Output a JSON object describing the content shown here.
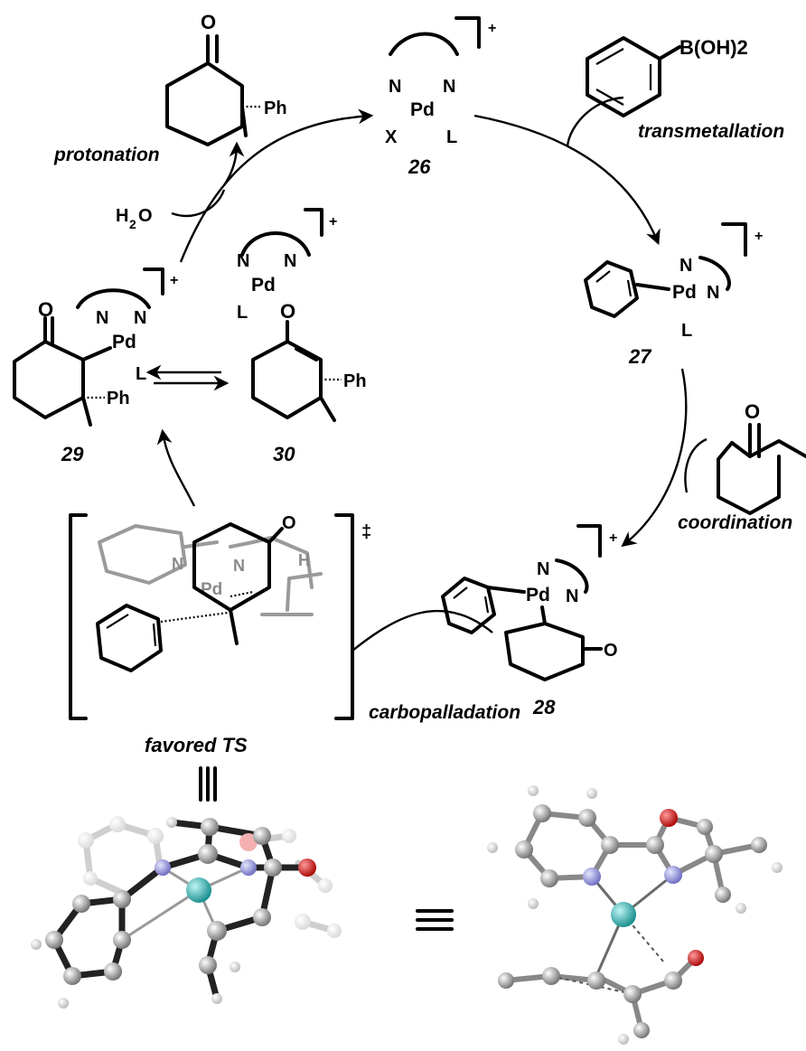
{
  "labels": {
    "protonation": "protonation",
    "transmetallation": "transmetallation",
    "coordination": "coordination",
    "carbopalladation": "carbopalladation",
    "favored_ts": "favored TS"
  },
  "compounds": {
    "c26": "26",
    "c27": "27",
    "c28": "28",
    "c29": "29",
    "c30": "30"
  },
  "reagents": {
    "boronic_acid": "B(OH)2",
    "water_h": "H",
    "water_sub": "2",
    "water_o": "O"
  },
  "atoms": {
    "pd": "Pd",
    "n": "N",
    "x": "X",
    "l": "L",
    "o": "O",
    "h": "H",
    "ph": "Ph",
    "plus": "+",
    "dagger": "‡",
    "triple_eq": "≡"
  },
  "colors": {
    "palladium": "#2fb8b8",
    "nitrogen": "#8c8cd6",
    "oxygen": "#d01818",
    "carbon": "#8e8e8e",
    "hydrogen": "#dedede"
  }
}
